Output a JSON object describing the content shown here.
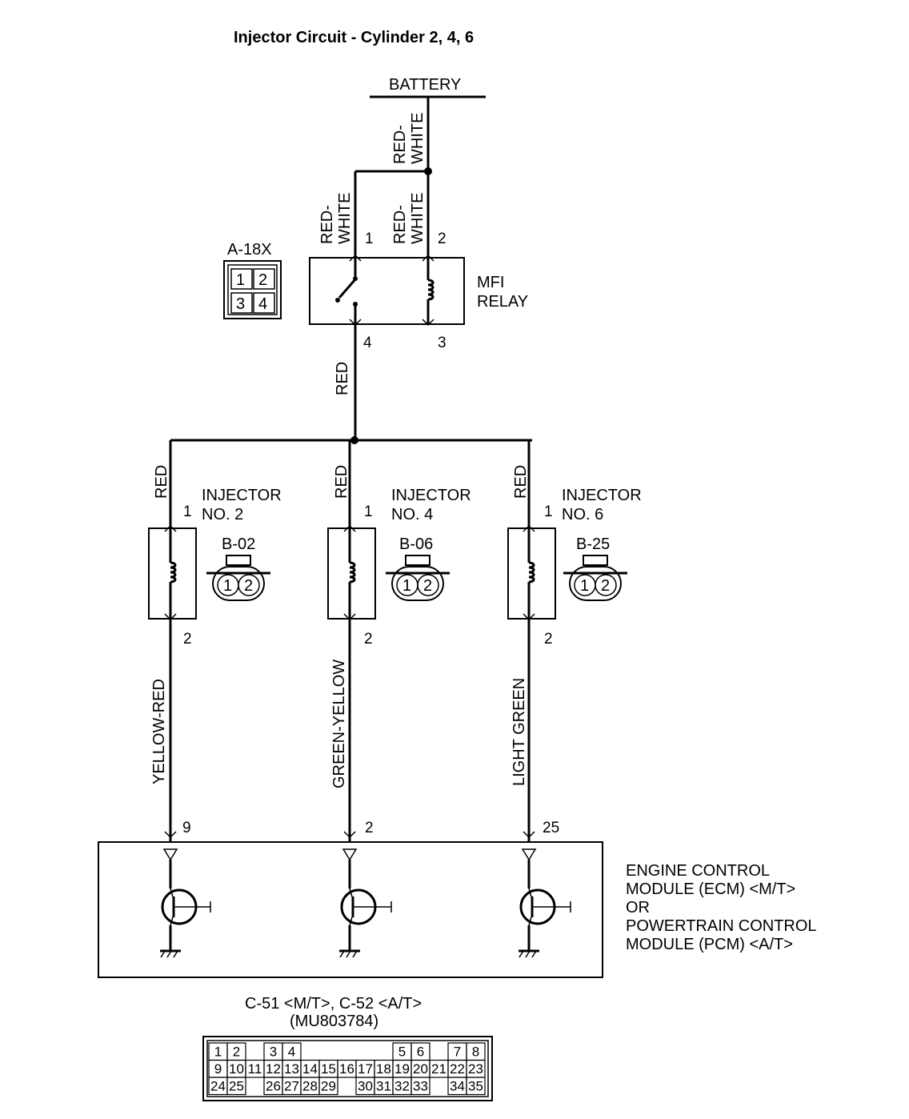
{
  "title": "Injector Circuit - Cylinder 2, 4, 6",
  "battery_label": "BATTERY",
  "wire_colors": {
    "battery_feed": [
      "RED-",
      "WHITE"
    ],
    "relay_pin1": [
      "RED-",
      "WHITE"
    ],
    "relay_pin2": [
      "RED-",
      "WHITE"
    ],
    "relay_out": "RED",
    "inj2_in": "RED",
    "inj4_in": "RED",
    "inj6_in": "RED",
    "inj2_out": "YELLOW-RED",
    "inj4_out": "GREEN-YELLOW",
    "inj6_out": "LIGHT GREEN"
  },
  "relay": {
    "label_lines": [
      "MFI",
      "RELAY"
    ],
    "pins": {
      "p1": "1",
      "p2": "2",
      "p3": "3",
      "p4": "4"
    },
    "connector": {
      "id": "A-18X",
      "cells": [
        "1",
        "2",
        "3",
        "4"
      ]
    }
  },
  "injectors": [
    {
      "label_lines": [
        "INJECTOR",
        "NO. 2"
      ],
      "connector": "B-02",
      "pin_in": "1",
      "pin_out": "2",
      "ecm_pin": "9",
      "cells": [
        "1",
        "2"
      ]
    },
    {
      "label_lines": [
        "INJECTOR",
        "NO. 4"
      ],
      "connector": "B-06",
      "pin_in": "1",
      "pin_out": "2",
      "ecm_pin": "2",
      "cells": [
        "1",
        "2"
      ]
    },
    {
      "label_lines": [
        "INJECTOR",
        "NO. 6"
      ],
      "connector": "B-25",
      "pin_in": "1",
      "pin_out": "2",
      "ecm_pin": "25",
      "cells": [
        "1",
        "2"
      ]
    }
  ],
  "ecm": {
    "label_lines": [
      "ENGINE CONTROL",
      "MODULE (ECM) <M/T>",
      "OR",
      "POWERTRAIN CONTROL",
      "MODULE (PCM) <A/T>"
    ]
  },
  "ecm_connector": {
    "title": "C-51 <M/T>, C-52 <A/T>",
    "part": "(MU803784)",
    "row1": [
      "1",
      "2",
      "",
      "3",
      "4",
      "",
      "",
      "",
      "",
      "",
      "5",
      "6",
      "",
      "7",
      "8"
    ],
    "row2": [
      "9",
      "10",
      "11",
      "12",
      "13",
      "14",
      "15",
      "16",
      "17",
      "18",
      "19",
      "20",
      "21",
      "22",
      "23"
    ],
    "row3": [
      "24",
      "25",
      "",
      "26",
      "27",
      "28",
      "29",
      "",
      "30",
      "31",
      "32",
      "33",
      "",
      "34",
      "35"
    ]
  }
}
